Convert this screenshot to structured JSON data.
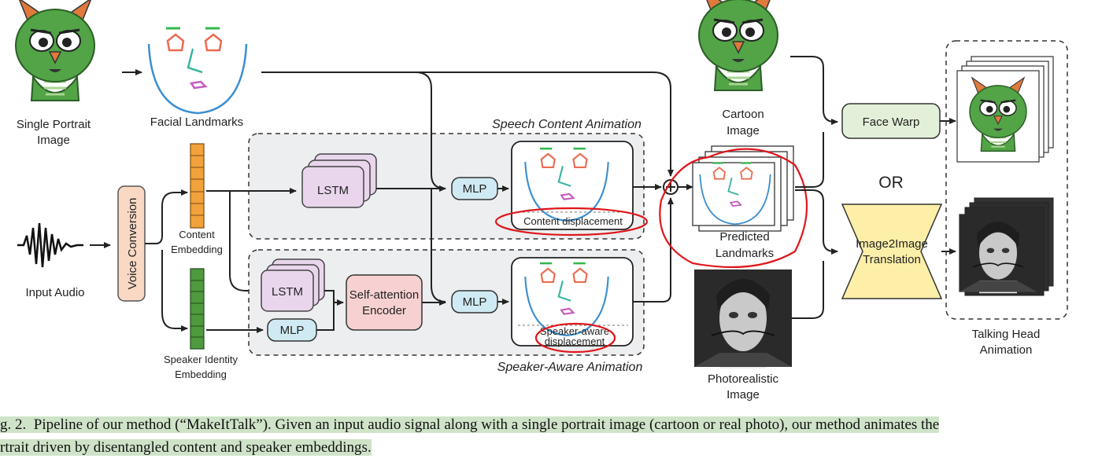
{
  "figure": {
    "inputs": {
      "portrait_label_1": "Single Portrait",
      "portrait_label_2": "Image",
      "landmarks_label": "Facial Landmarks",
      "audio_label": "Input Audio"
    },
    "voice_conversion": "Voice Conversion",
    "content_embedding_1": "Content",
    "content_embedding_2": "Embedding",
    "speaker_embedding_1": "Speaker Identity",
    "speaker_embedding_2": "Embedding",
    "speech_branch": {
      "title": "Speech Content Animation",
      "lstm": "LSTM",
      "mlp": "MLP",
      "displacement": "Content displacement"
    },
    "speaker_branch": {
      "title": "Speaker-Aware Animation",
      "lstm": "LSTM",
      "mlp_small": "MLP",
      "attention_1": "Self-attention",
      "attention_2": "Encoder",
      "mlp": "MLP",
      "displacement_1": "Speaker-aware",
      "displacement_2": "displacement"
    },
    "cartoon_label_1": "Cartoon",
    "cartoon_label_2": "Image",
    "predicted_label_1": "Predicted",
    "predicted_label_2": "Landmarks",
    "photo_label_1": "Photorealistic",
    "photo_label_2": "Image",
    "face_warp": "Face Warp",
    "or": "OR",
    "translation_1": "Image2Image",
    "translation_2": "Translation",
    "output_label_1": "Talking Head",
    "output_label_2": "Animation"
  },
  "caption": {
    "line1_prefix": "g. 2.",
    "line1": "Pipeline of our method (“MakeItTalk”). Given an input audio signal along with a single portrait image (cartoon or real photo), our method animates the",
    "line2": "rtrait driven by disentangled content and speaker embeddings."
  },
  "colors": {
    "voice_box": "#f9d9c4",
    "lstm_box": "#e9d6ec",
    "mlp_box": "#cfeaf2",
    "attention_box": "#f7d1d1",
    "face_warp_box": "#e2f0d9",
    "translation_shape": "#fdefa8",
    "content_embedding": "#f2a23b",
    "speaker_embedding": "#4f9a3e",
    "annotation_red": "#e0161b",
    "caption_highlight": "#cfe3c8"
  }
}
